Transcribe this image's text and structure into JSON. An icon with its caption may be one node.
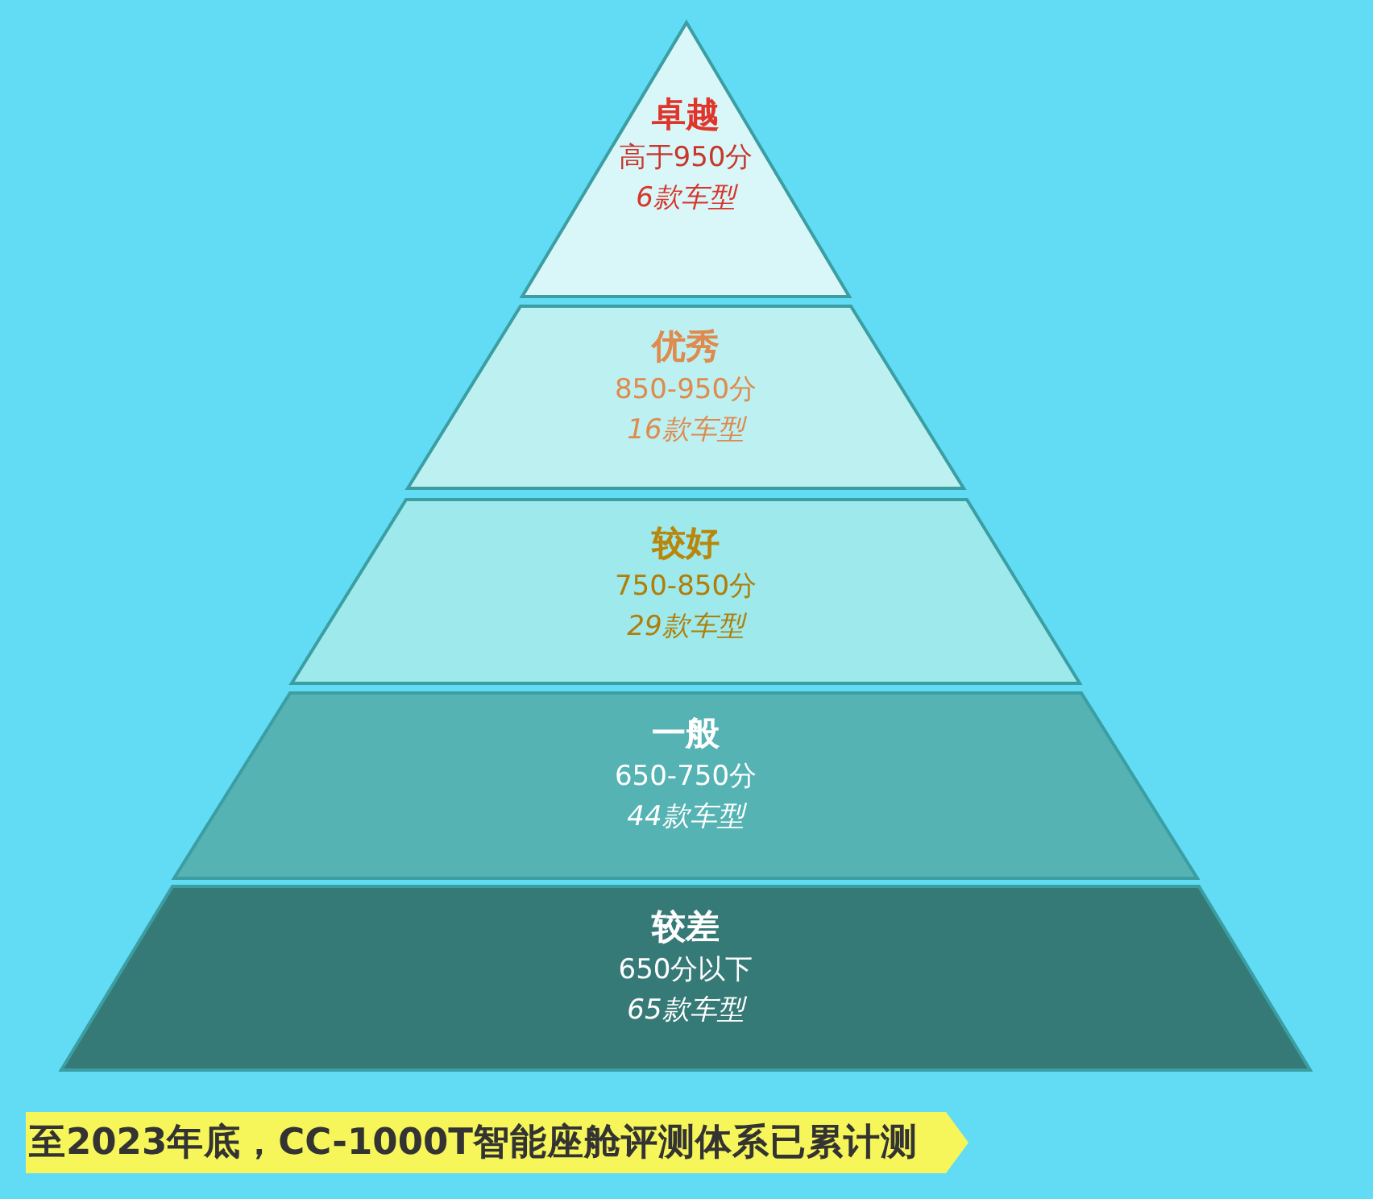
{
  "diagram": {
    "nodes": [
      {
        "text": [
          "卓越",
          "高于950分",
          "6款车型"
        ]
      },
      {
        "text": [
          "优秀",
          "850-950分",
          "16款车型"
        ]
      },
      {
        "text": [
          "较好",
          "750-850分",
          "29款车型"
        ]
      },
      {
        "text": [
          "一般",
          "650-750分",
          "44款车型"
        ]
      },
      {
        "text": [
          "较差",
          "650分以下",
          "65款车型"
        ]
      }
    ],
    "labels": [
      "至2023年底，CC-1000T智能座舱评测体系已累计测"
    ]
  }
}
